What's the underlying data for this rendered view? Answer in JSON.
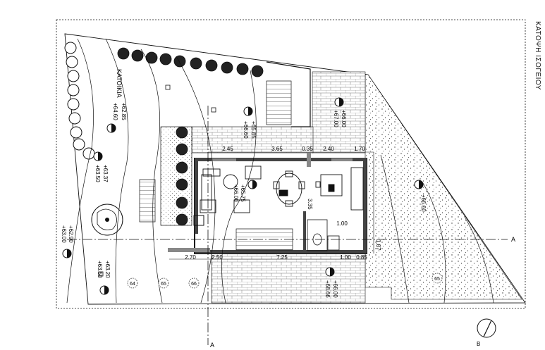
{
  "title": "ΚΑΤΟΨΗ ΙΣΟΓΕΙΟΥ",
  "room_label": "ΚΑΤΟΙΚΙΑ",
  "levels": {
    "top_left_a": "+62.85",
    "top_left_b": "+64.60",
    "upper_stair_a": "+65.85",
    "upper_stair_b": "+66.60",
    "upper_right_a": "+66.00",
    "upper_right_b": "+67.00",
    "left_mid_a": "+63.37",
    "left_mid_b": "+63.50",
    "far_left_a": "+62.90",
    "far_left_b": "+63.00",
    "center_a": "+65.75",
    "center_b": "+66.00",
    "right_side": "+66.60",
    "bottom_left_a": "+63.20",
    "bottom_left_b": "+63.50",
    "bottom_mid_a": "+66.00",
    "bottom_mid_b": "+68.66"
  },
  "dimensions": {
    "d1": "2.45",
    "d2": "3.65",
    "d3": "0.35",
    "d4": "2.40",
    "d5": "1.70",
    "d6": "3.35",
    "d7": "1.00",
    "d8": "1.87",
    "d9": "2.70",
    "d10": "2.50",
    "d11": "7.25",
    "d12": "1.00",
    "d13": "0.85"
  },
  "contours": [
    "64",
    "65",
    "66",
    "65"
  ],
  "section_label": "A",
  "north_label": "B",
  "colors": {
    "line": "#111111",
    "hatch": "#555555",
    "wall": "#444444"
  }
}
